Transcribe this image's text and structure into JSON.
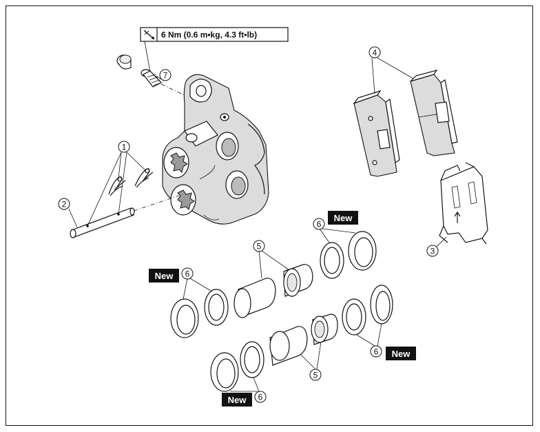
{
  "torque_spec": {
    "text": "6 Nm (0.6 m•kg, 4.3 ft•lb)",
    "icon": "torque-wrench-icon"
  },
  "new_label": "New",
  "callouts": [
    "1",
    "2",
    "3",
    "4",
    "5",
    "6",
    "7"
  ],
  "colors": {
    "line": "#111111",
    "new_badge_bg": "#111111",
    "new_badge_text": "#ffffff"
  }
}
